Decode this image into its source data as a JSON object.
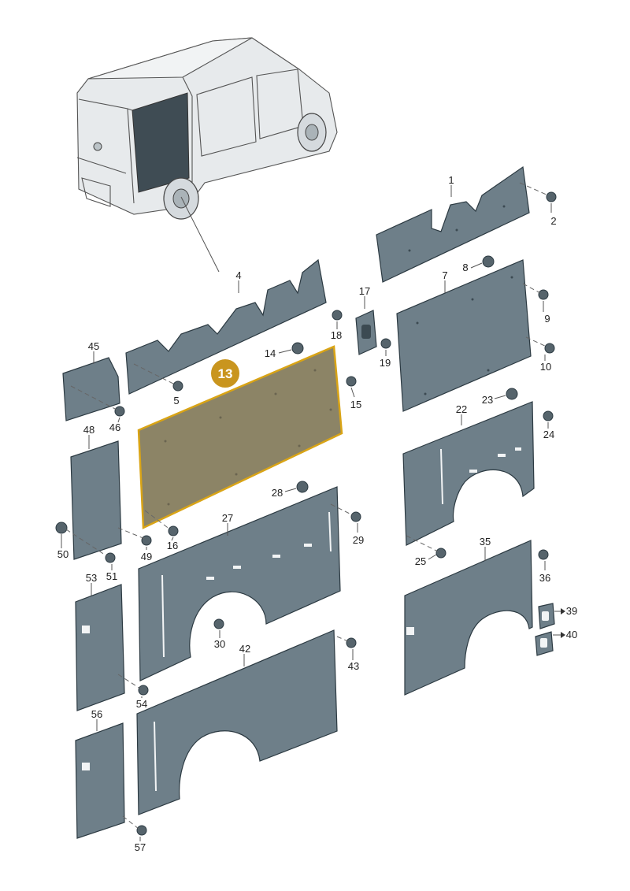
{
  "highlighted_part": "13",
  "callouts": [
    "1",
    "2",
    "4",
    "5",
    "7",
    "8",
    "9",
    "10",
    "13",
    "14",
    "15",
    "16",
    "17",
    "18",
    "19",
    "22",
    "23",
    "24",
    "25",
    "27",
    "28",
    "29",
    "30",
    "35",
    "36",
    "39",
    "40",
    "42",
    "43",
    "45",
    "46",
    "48",
    "49",
    "50",
    "51",
    "53",
    "54",
    "56",
    "57"
  ],
  "labels": {
    "p1": "1",
    "p2": "2",
    "p4": "4",
    "p5": "5",
    "p7": "7",
    "p8": "8",
    "p9": "9",
    "p10": "10",
    "p13": "13",
    "p14": "14",
    "p15": "15",
    "p16": "16",
    "p17": "17",
    "p18": "18",
    "p19": "19",
    "p22": "22",
    "p23": "23",
    "p24": "24",
    "p25": "25",
    "p27": "27",
    "p28": "28",
    "p29": "29",
    "p30": "30",
    "p35": "35",
    "p36": "36",
    "p39": "39",
    "p40": "40",
    "p42": "42",
    "p43": "43",
    "p45": "45",
    "p46": "46",
    "p48": "48",
    "p49": "49",
    "p50": "50",
    "p51": "51",
    "p53": "53",
    "p54": "54",
    "p56": "56",
    "p57": "57"
  },
  "colors": {
    "panel": "#6e7f89",
    "highlight_fill": "#8c8466",
    "highlight_outline": "#d9a416",
    "badge": "#c9951e"
  }
}
